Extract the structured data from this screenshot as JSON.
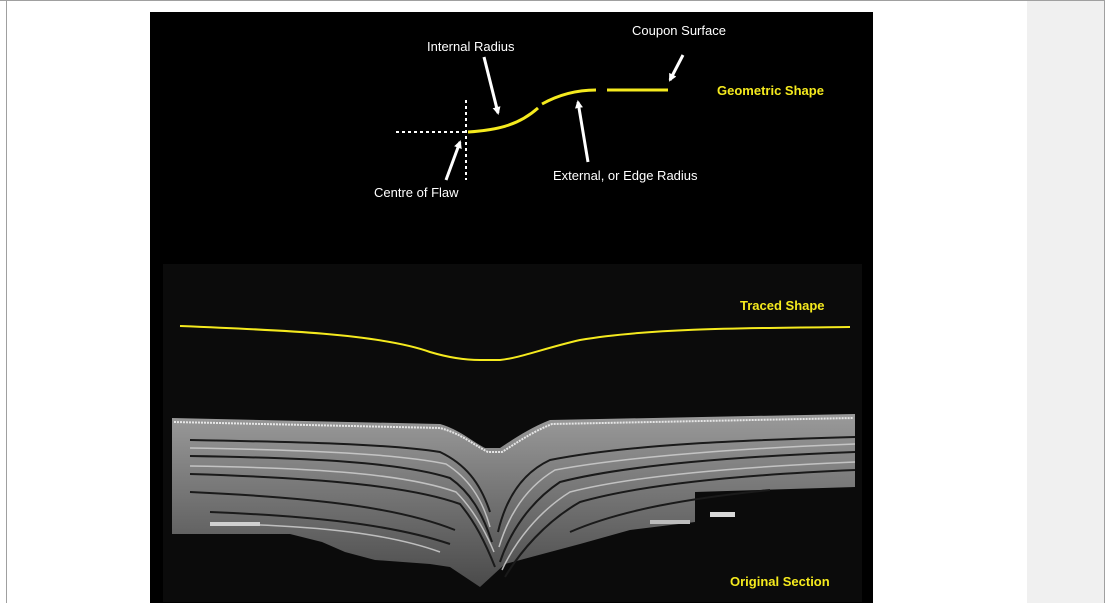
{
  "diagram": {
    "labels": {
      "internal_radius": "Internal Radius",
      "coupon_surface": "Coupon Surface",
      "geometric_shape": "Geometric Shape",
      "centre_of_flaw": "Centre of Flaw",
      "external_radius": "External, or Edge Radius",
      "traced_shape": "Traced Shape",
      "original_section": "Original Section"
    },
    "colors": {
      "background": "#000000",
      "highlight": "#f5ea1e",
      "annotation": "#ffffff",
      "sidebar": "#f0f0f0"
    }
  }
}
